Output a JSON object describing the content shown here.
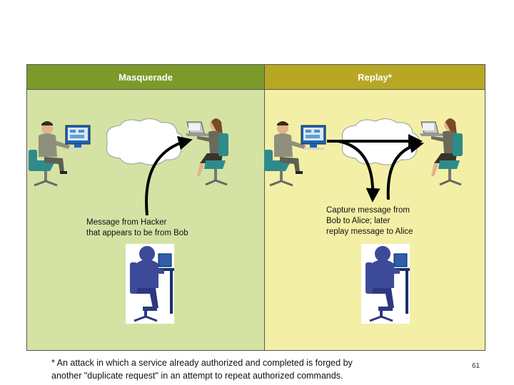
{
  "panels": {
    "left": {
      "title": "Masquerade",
      "caption_line1": "Message from  Hacker",
      "caption_line2": "that appears to be from Bob"
    },
    "right": {
      "title": "Replay*",
      "caption_line1": "Capture message from",
      "caption_line2": "Bob to Alice; later",
      "caption_line3": "replay message to Alice"
    }
  },
  "footnote": {
    "line1": "* An attack in which a service already authorized and completed is forged by",
    "line2": "another \"duplicate request\" in an attempt to repeat authorized commands."
  },
  "page_number": "61"
}
